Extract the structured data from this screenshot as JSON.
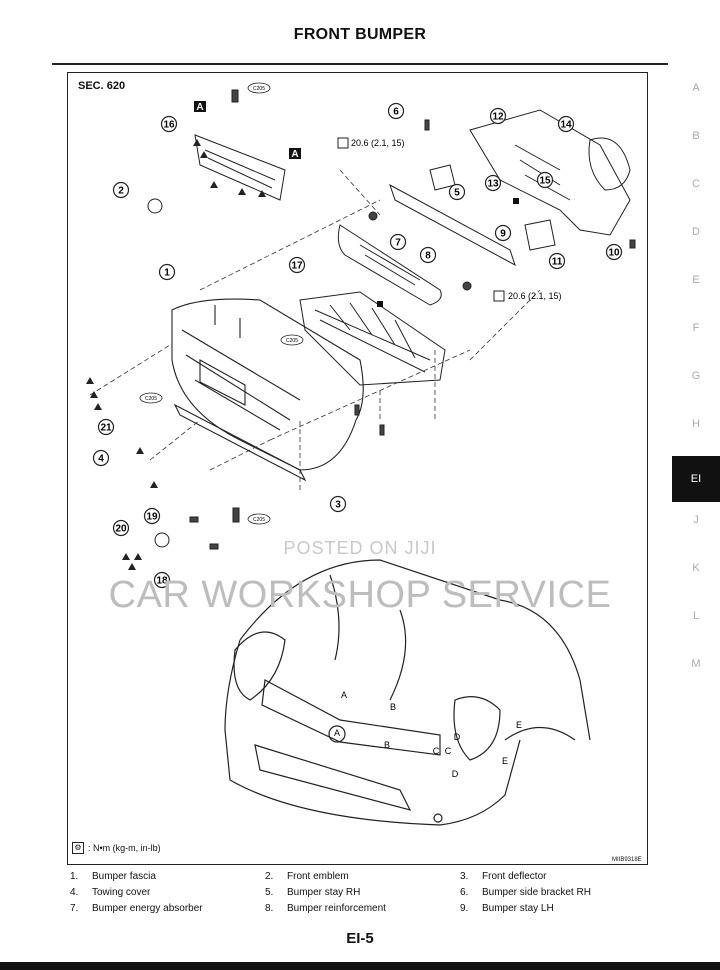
{
  "header": {
    "title": "FRONT BUMPER"
  },
  "diagram": {
    "section": "SEC. 620",
    "torque_1": "20.6 (2.1, 15)",
    "torque_2": "20.6 (2.1, 15)",
    "clip_code": "C205",
    "marker_a": "A",
    "legend_unit": ": N•m (kg-m, in-lb)",
    "figure_id": "MIIB9318E",
    "callouts": [
      "1",
      "2",
      "3",
      "4",
      "5",
      "6",
      "7",
      "8",
      "9",
      "10",
      "11",
      "12",
      "13",
      "14",
      "15",
      "16",
      "17",
      "18",
      "19",
      "20",
      "21"
    ],
    "joint_labels": [
      "A",
      "B",
      "C",
      "D",
      "E"
    ]
  },
  "watermark": {
    "line1": "POSTED ON JIJI",
    "line2": "CAR WORKSHOP SERVICE"
  },
  "side_tabs": {
    "items": [
      "A",
      "B",
      "C",
      "D",
      "E",
      "F",
      "G",
      "H",
      "EI",
      "J",
      "K",
      "L",
      "M"
    ],
    "active": "EI"
  },
  "parts": [
    {
      "num": "1.",
      "name": "Bumper fascia"
    },
    {
      "num": "2.",
      "name": "Front emblem"
    },
    {
      "num": "3.",
      "name": "Front deflector"
    },
    {
      "num": "4.",
      "name": "Towing cover"
    },
    {
      "num": "5.",
      "name": "Bumper stay RH"
    },
    {
      "num": "6.",
      "name": "Bumper side bracket RH"
    },
    {
      "num": "7.",
      "name": "Bumper energy absorber"
    },
    {
      "num": "8.",
      "name": "Bumper reinforcement"
    },
    {
      "num": "9.",
      "name": "Bumper stay LH"
    }
  ],
  "footer": {
    "page": "EI-5"
  }
}
